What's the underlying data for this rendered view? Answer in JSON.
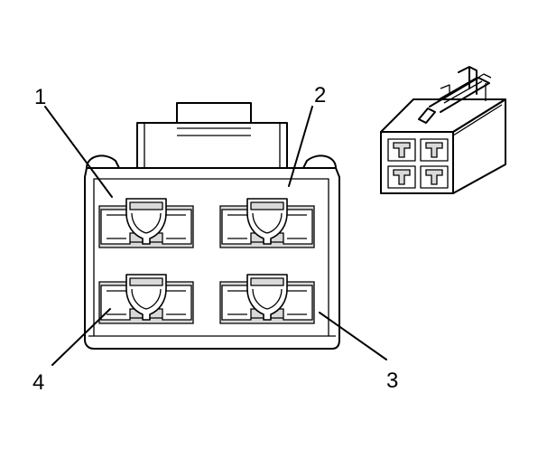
{
  "callouts": {
    "pin_1": "1",
    "pin_2": "2",
    "pin_3": "3",
    "pin_4": "4"
  },
  "colors": {
    "line": "#000000",
    "shading": "#d9d9d9",
    "background": "#ffffff"
  }
}
